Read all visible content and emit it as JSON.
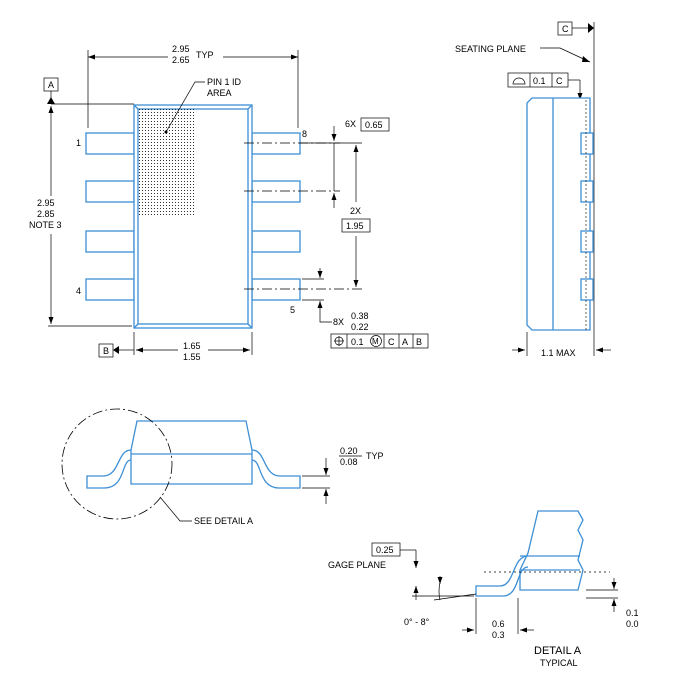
{
  "top_view": {
    "width_dim": {
      "upper": "2.95",
      "lower": "2.65",
      "suffix": "TYP"
    },
    "height_dim": {
      "upper": "2.95",
      "lower": "2.85",
      "note": "NOTE 3"
    },
    "body_dim": {
      "upper": "1.65",
      "lower": "1.55"
    },
    "pin1_label": {
      "line1": "PIN 1 ID",
      "line2": "AREA"
    },
    "datum_a": "A",
    "datum_b": "B",
    "pins": {
      "p1": "1",
      "p4": "4",
      "p5": "5",
      "p8": "8"
    },
    "pitch": {
      "count": "6X",
      "value": "0.65"
    },
    "span": {
      "count": "2X",
      "value": "1.95"
    },
    "lead_width": {
      "count": "8X",
      "upper": "0.38",
      "lower": "0.22"
    },
    "position_tol": {
      "value": "0.1",
      "modifier": "M",
      "datums": [
        "C",
        "A",
        "B"
      ]
    }
  },
  "side_view": {
    "datum_c": "C",
    "seating_plane": "SEATING PLANE",
    "flatness": {
      "value": "0.1",
      "datum": "C"
    },
    "max_height": "1.1 MAX"
  },
  "front_view": {
    "lead_thickness": {
      "upper": "0.20",
      "lower": "0.08",
      "suffix": "TYP"
    },
    "see_detail": "SEE DETAIL A"
  },
  "detail_a": {
    "title": "DETAIL A",
    "subtitle": "TYPICAL",
    "gage_value": "0.25",
    "gage_plane": "GAGE PLANE",
    "angle": "0° - 8°",
    "foot_length": {
      "upper": "0.6",
      "lower": "0.3"
    },
    "standoff": {
      "upper": "0.1",
      "lower": "0.0"
    }
  }
}
